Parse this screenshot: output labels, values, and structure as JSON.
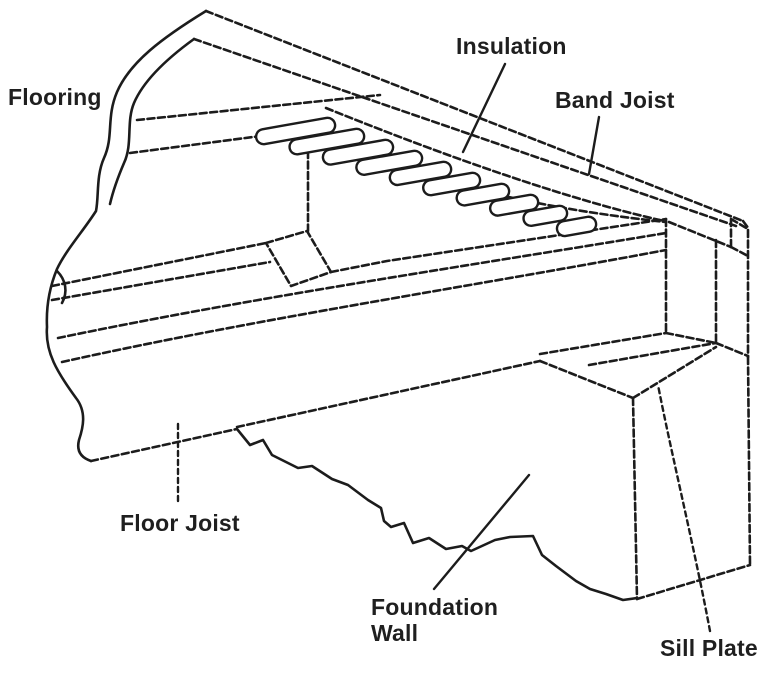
{
  "diagram": {
    "background": "#ffffff",
    "line_color": "#1c1c1c",
    "labels": {
      "flooring": {
        "text": "Flooring"
      },
      "insulation": {
        "text": "Insulation"
      },
      "band_joist": {
        "text": "Band Joist"
      },
      "floor_joist": {
        "text": "Floor Joist"
      },
      "foundation_wall": {
        "text": "Foundation Wall"
      },
      "sill_plate": {
        "text": "Sill Plate"
      }
    }
  }
}
